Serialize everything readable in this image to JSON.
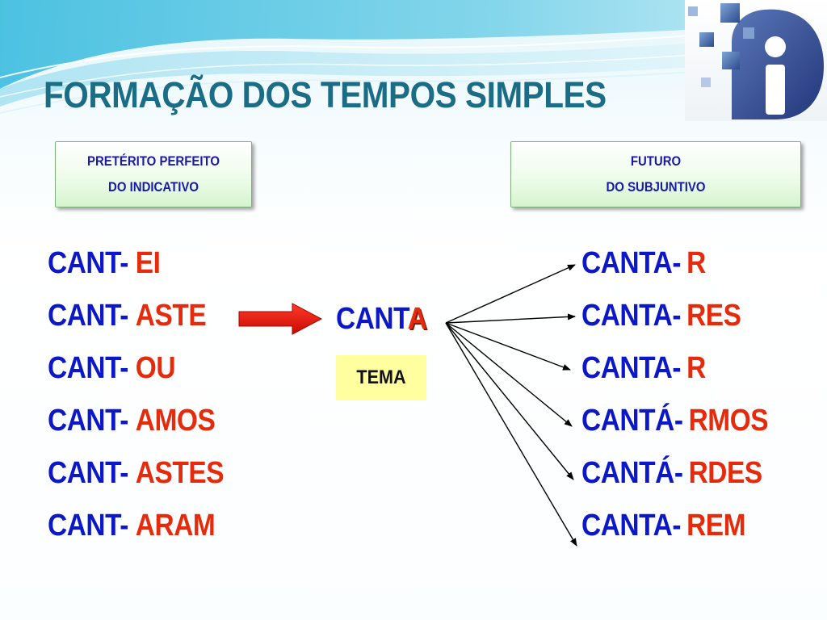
{
  "slide": {
    "title": "FORMAÇÃO DOS TEMPOS SIMPLES"
  },
  "left_box": {
    "line1": "PRETÉRITO PERFEITO",
    "line2": "DO INDICATIVO"
  },
  "right_box": {
    "line1": "FUTURO",
    "line2": "DO SUBJUNTIVO"
  },
  "preterito_perfeito": [
    {
      "stem": "CANT-",
      "ending": "EI"
    },
    {
      "stem": "CANT-",
      "ending": "ASTE"
    },
    {
      "stem": "CANT-",
      "ending": "OU"
    },
    {
      "stem": "CANT-",
      "ending": "AMOS"
    },
    {
      "stem": "CANT-",
      "ending": "ASTES"
    },
    {
      "stem": "CANT-",
      "ending": "ARAM"
    }
  ],
  "futuro_subjuntivo": [
    {
      "stem": "CANTA-",
      "ending": "R"
    },
    {
      "stem": "CANTA-",
      "ending": "RES"
    },
    {
      "stem": "CANTA-",
      "ending": "R"
    },
    {
      "stem": "CANTÁ-",
      "ending": "RMOS"
    },
    {
      "stem": "CANTÁ-",
      "ending": "RDES"
    },
    {
      "stem": "CANTA-",
      "ending": "REM"
    }
  ],
  "theme_word": {
    "stem": "CANT",
    "vowel": "A"
  },
  "theme_label": "TEMA",
  "colors": {
    "title": "#1b6d86",
    "stem": "#0c17c8",
    "ending": "#e62a0c",
    "box_border": "#7fb07a",
    "theme_box": "#ffffa0",
    "arrow": "#e8140c"
  },
  "icons": {
    "transform_arrow": "thick-red-right-arrow",
    "branch_arrows": "thin-black-arrows"
  }
}
